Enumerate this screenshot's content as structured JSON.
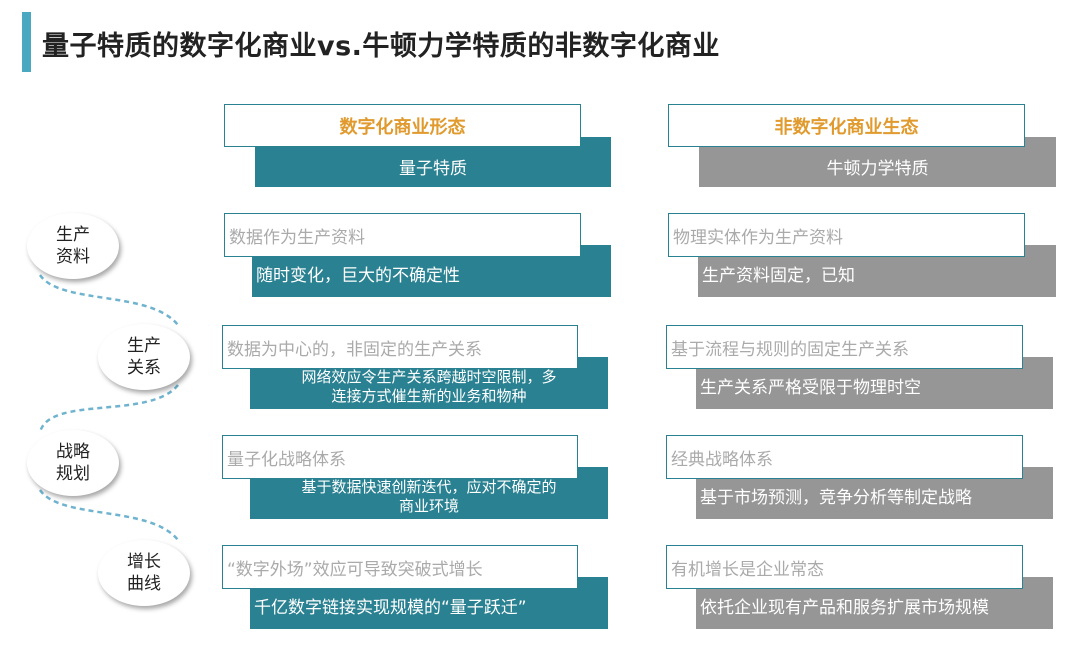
{
  "title": "量子特质的数字化商业vs.牛顿力学特质的非数字化商业",
  "columns": {
    "left": {
      "header": "数字化商业形态",
      "subheader": "量子特质"
    },
    "right": {
      "header": "非数字化商业生态",
      "subheader": "牛顿力学特质"
    }
  },
  "dimensions": [
    {
      "label_line1": "生产",
      "label_line2": "资料"
    },
    {
      "label_line1": "生产",
      "label_line2": "关系"
    },
    {
      "label_line1": "战略",
      "label_line2": "规划"
    },
    {
      "label_line1": "增长",
      "label_line2": "曲线"
    }
  ],
  "rows": [
    {
      "left_title": "数据作为生产资料",
      "left_detail": [
        "随时变化，巨大的不确定性"
      ],
      "right_title": "物理实体作为生产资料",
      "right_detail": "生产资料固定，已知"
    },
    {
      "left_title": "数据为中心的，非固定的生产关系",
      "left_detail": [
        "网络效应令生产关系跨越时空限制，多",
        "连接方式催生新的业务和物种"
      ],
      "right_title": "基于流程与规则的固定生产关系",
      "right_detail": "生产关系严格受限于物理时空"
    },
    {
      "left_title": "量子化战略体系",
      "left_detail": [
        "基于数据快速创新迭代，应对不确定的",
        "商业环境"
      ],
      "right_title": "经典战略体系",
      "right_detail": "基于市场预测，竞争分析等制定战略"
    },
    {
      "left_title": "“数字外场”效应可导致突破式增长",
      "left_detail": [
        "千亿数字链接实现规模的“量子跃迁”"
      ],
      "right_title": "有机增长是企业常态",
      "right_detail": "依托企业现有产品和服务扩展市场规模"
    }
  ],
  "colors": {
    "teal": "#2a8191",
    "gray": "#969696",
    "accent": "#e09a2d",
    "title_bar": "#4aa8c0",
    "connector": "#6fb3cf"
  }
}
